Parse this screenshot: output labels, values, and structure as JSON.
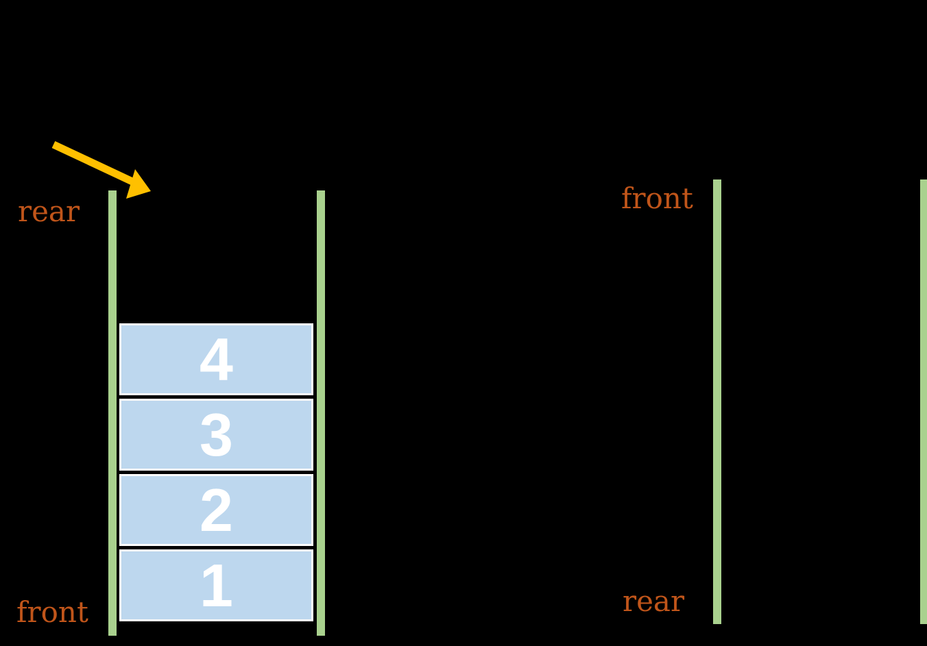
{
  "diagram": {
    "background": "#000000",
    "colors": {
      "rail_green": "#A9D18E",
      "cell_fill": "#BDD7EE",
      "cell_border": "#FFFFFF",
      "cell_text": "#FFFFFF",
      "label_orange": "#C0551A",
      "arrow_yellow": "#FFC000"
    },
    "left_stack": {
      "top_label": "rear",
      "bottom_label": "front",
      "cells": [
        "4",
        "3",
        "2",
        "1"
      ]
    },
    "right_stack": {
      "top_label": "front",
      "bottom_label": "rear",
      "cells": []
    },
    "icons": {
      "arrow": "insert-arrow-icon"
    }
  }
}
